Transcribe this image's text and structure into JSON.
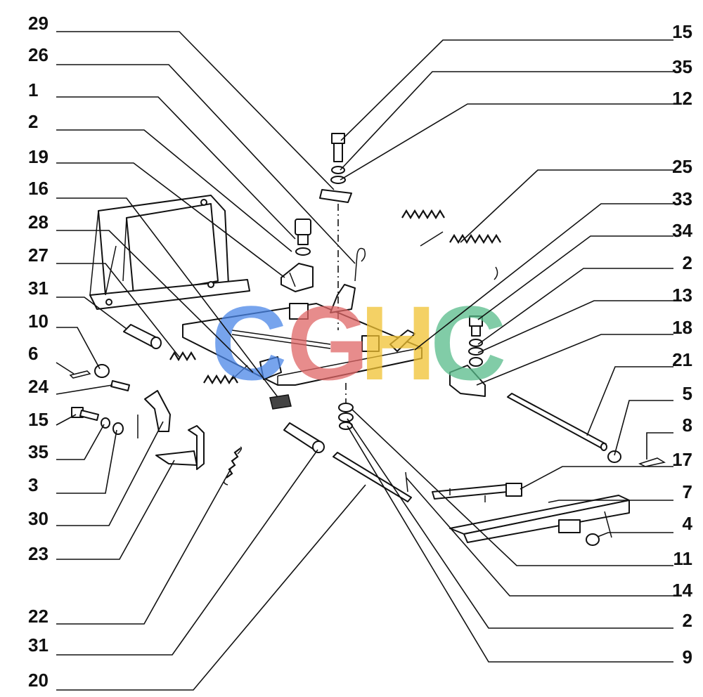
{
  "callouts_left": [
    {
      "label": "29"
    },
    {
      "label": "26"
    },
    {
      "label": "1"
    },
    {
      "label": "2"
    },
    {
      "label": "19"
    },
    {
      "label": "16"
    },
    {
      "label": "28"
    },
    {
      "label": "27"
    },
    {
      "label": "31"
    },
    {
      "label": "10"
    },
    {
      "label": "6"
    },
    {
      "label": "24"
    },
    {
      "label": "15"
    },
    {
      "label": "35"
    },
    {
      "label": "3"
    },
    {
      "label": "30"
    },
    {
      "label": "23"
    },
    {
      "label": "22"
    },
    {
      "label": "31"
    },
    {
      "label": "20"
    }
  ],
  "callouts_right": [
    {
      "label": "15"
    },
    {
      "label": "35"
    },
    {
      "label": "12"
    },
    {
      "label": "25"
    },
    {
      "label": "33"
    },
    {
      "label": "34"
    },
    {
      "label": "2"
    },
    {
      "label": "13"
    },
    {
      "label": "18"
    },
    {
      "label": "21"
    },
    {
      "label": "5"
    },
    {
      "label": "8"
    },
    {
      "label": "17"
    },
    {
      "label": "7"
    },
    {
      "label": "4"
    },
    {
      "label": "11"
    },
    {
      "label": "14"
    },
    {
      "label": "2"
    },
    {
      "label": "9"
    }
  ],
  "watermark": {
    "letters": [
      "C",
      "G",
      "H",
      "C"
    ],
    "colors": [
      "#4a86e8",
      "#e06666",
      "#f1c232",
      "#57bb8a"
    ]
  }
}
